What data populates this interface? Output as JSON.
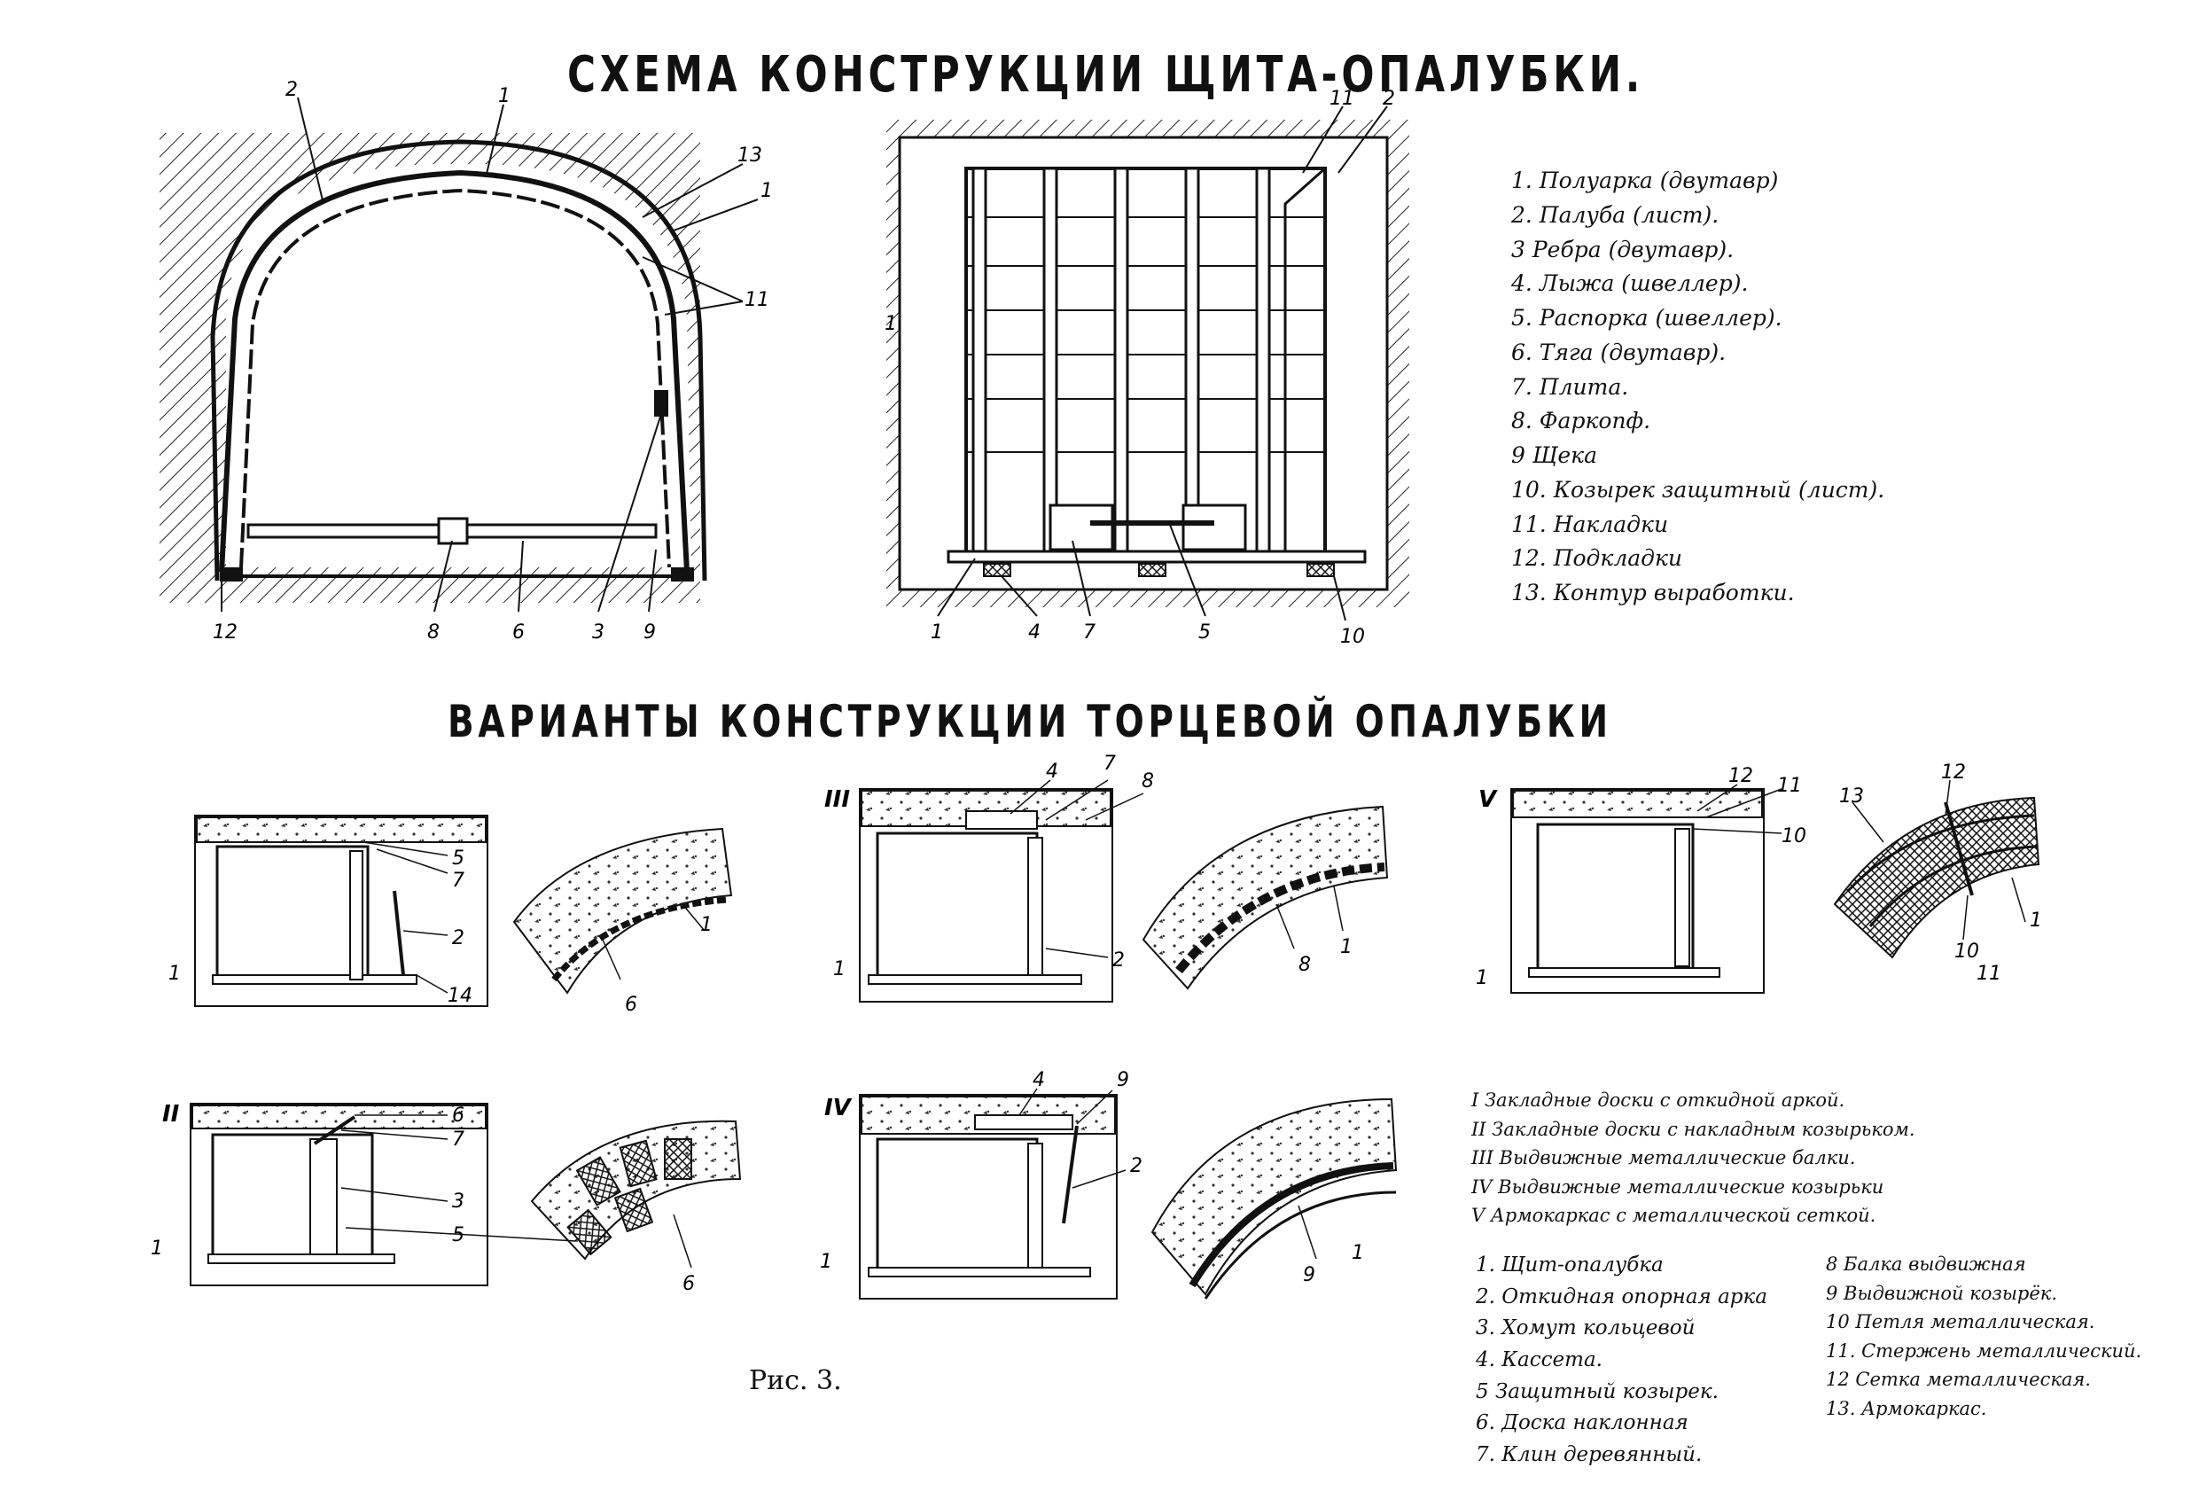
{
  "title_main": "СХЕМА КОНСТРУКЦИИ ЩИТА-ОПАЛУБКИ.",
  "title_variants": "ВАРИАНТЫ КОНСТРУКЦИИ ТОРЦЕВОЙ ОПАЛУБКИ",
  "caption": "Рис. 3.",
  "legend_top": [
    "1. Полуарка (двутавр)",
    "2. Палуба (лист).",
    "3 Ребра (двутавр).",
    "4. Лыжа (швеллер).",
    "5. Распорка (швеллер).",
    "6. Тяга (двутавр).",
    "7. Плита.",
    "8. Фаркопф.",
    "9 Щека",
    "10. Козырек защитный (лист).",
    "11. Накладки",
    "12. Подкладки",
    "13. Контур выработки."
  ],
  "legend_variants": [
    "I Закладные доски с откидной аркой.",
    "II Закладные доски с накладным козырьком.",
    "III Выдвижные металлические балки.",
    "IV Выдвижные металлические козырьки",
    "V Армокаркас с металлической сеткой."
  ],
  "legend_parts_left": [
    "1. Щит-опалубка",
    "2. Откидная опорная арка",
    "3. Хомут кольцевой",
    "4. Кассета.",
    "5 Защитный козырек.",
    "6. Доска наклонная",
    "7. Клин деревянный."
  ],
  "legend_parts_right": [
    "8 Балка выдвижная",
    "9 Выдвижной козырёк.",
    "10 Петля металлическая.",
    "11. Стержень металлический.",
    "12 Сетка металлическая.",
    "13. Армокаркас."
  ],
  "diagram_labels": {
    "arch": [
      "2",
      "1",
      "13",
      "1",
      "11",
      "12",
      "8",
      "6",
      "3",
      "9"
    ],
    "panel": [
      "11",
      "2",
      "1",
      "1",
      "4",
      "7",
      "5",
      "10"
    ],
    "v1": [
      "5",
      "7",
      "2",
      "14",
      "1",
      "6",
      "1"
    ],
    "v2": [
      "II",
      "6",
      "7",
      "3",
      "5",
      "1",
      "6"
    ],
    "v3": [
      "III",
      "4",
      "7",
      "8",
      "2",
      "1",
      "8",
      "1"
    ],
    "v4": [
      "IV",
      "4",
      "9",
      "2",
      "1",
      "9",
      "1"
    ],
    "v5": [
      "V",
      "12",
      "11",
      "10",
      "1",
      "12",
      "13",
      "1",
      "10",
      "11"
    ]
  }
}
